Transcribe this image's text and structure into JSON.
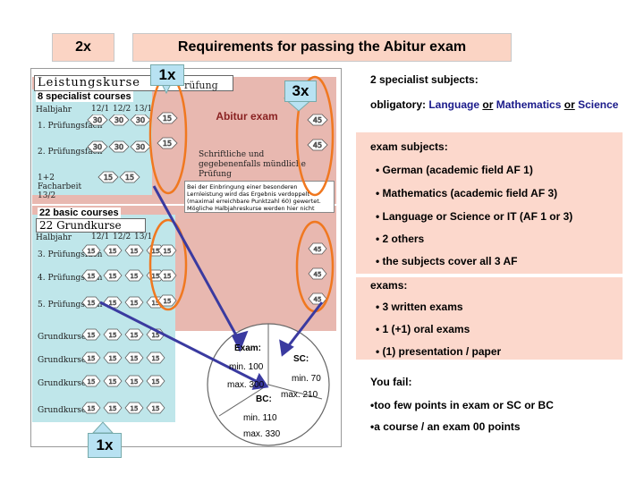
{
  "header": {
    "badge": "2x",
    "title": "Requirements for passing the Abitur exam"
  },
  "left": {
    "callout_1x_top": "1x",
    "callout_3x": "3x",
    "callout_1x_bottom": "1x",
    "label_specialist": "8 specialist courses",
    "label_basic": "22 basic courses",
    "abitur_exam": "Abitur exam",
    "form_header_lk": "Leistungskurse",
    "form_header_prufung": "rüfung",
    "form_header_gk": "22 Grundkurse",
    "halbjahr": "Halbjahr",
    "semesters": [
      "12/1",
      "12/2",
      "13/1"
    ],
    "rows_lk": [
      "1. Prüfungsfach",
      "2. Prüfungsfach"
    ],
    "row_facharbeit": "1+2 Facharbeit 13/2",
    "rows_gk": [
      "3. Prüfungsfach",
      "4. Prüfungsfach",
      "5. Prüfungsfach",
      "Grundkurse",
      "Grundkurse",
      "Grundkurse",
      "Grundkurse"
    ],
    "values_lk": [
      "30",
      "30",
      "30",
      "15",
      "15"
    ],
    "values_gk": [
      "15",
      "15",
      "15",
      "15"
    ],
    "note_pruefung": "Schriftliche und gegebenenfalls mündliche Prüfung",
    "note_ausnahme": "Bei der Einbringung einer besonderen Lernleistung wird das Ergebnis verdoppelt (maximal erreichbare Punktzahl 60) gewertet. Mögliche Halbjahreskurse werden hier nicht berücksichtigt.",
    "exam_point": "45",
    "circle": {
      "exam_label": "Exam:",
      "exam_min": "min. 100",
      "exam_max": "max. 300",
      "sc_label": "SC:",
      "sc_min": "min. 70",
      "sc_max": "max. 210",
      "bc_label": "BC:",
      "bc_min": "min. 110",
      "bc_max": "max. 330"
    }
  },
  "right": {
    "specialist_title": "2 specialist subjects:",
    "specialist_text_pre": "obligatory: ",
    "specialist_lang": "Language",
    "or1": "or",
    "specialist_math": "Mathematics",
    "or2": "or",
    "specialist_science": "Science",
    "exam_subjects_title": "exam subjects:",
    "exam_subjects": [
      "• German (academic field AF 1)",
      "• Mathematics (academic field AF 3)",
      "• Language or Science or IT (AF 1 or 3)",
      "• 2 others",
      "• the subjects cover all 3 AF"
    ],
    "exams_title": "exams:",
    "exams": [
      "• 3 written exams",
      "• 1 (+1) oral exams",
      "• (1) presentation / paper"
    ],
    "fail_title": "You fail:",
    "fail_items": [
      "•too few points in exam or SC or BC",
      "•a course / an exam 00 points"
    ]
  }
}
